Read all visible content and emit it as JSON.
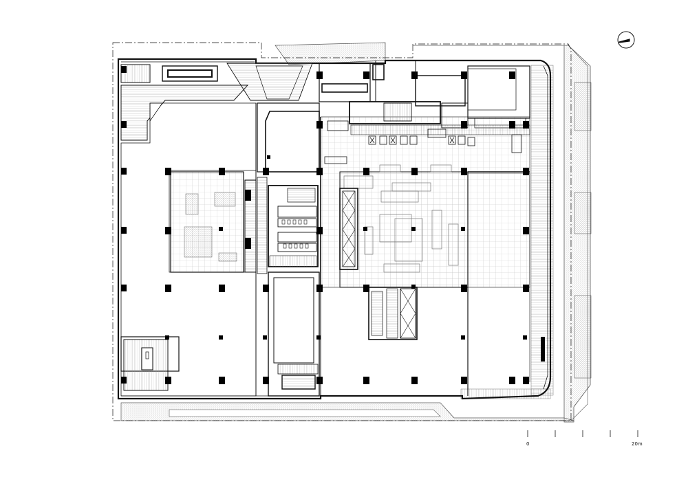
{
  "scale_bar": {
    "start_label": "0",
    "end_label": "20m",
    "divisions": 4
  },
  "north_arrow": {
    "icon": "north-arrow-icon"
  },
  "colors": {
    "line": "#111111",
    "column": "#000000",
    "paving": "#bdbdbd",
    "stipple": "#d6d6d6"
  }
}
